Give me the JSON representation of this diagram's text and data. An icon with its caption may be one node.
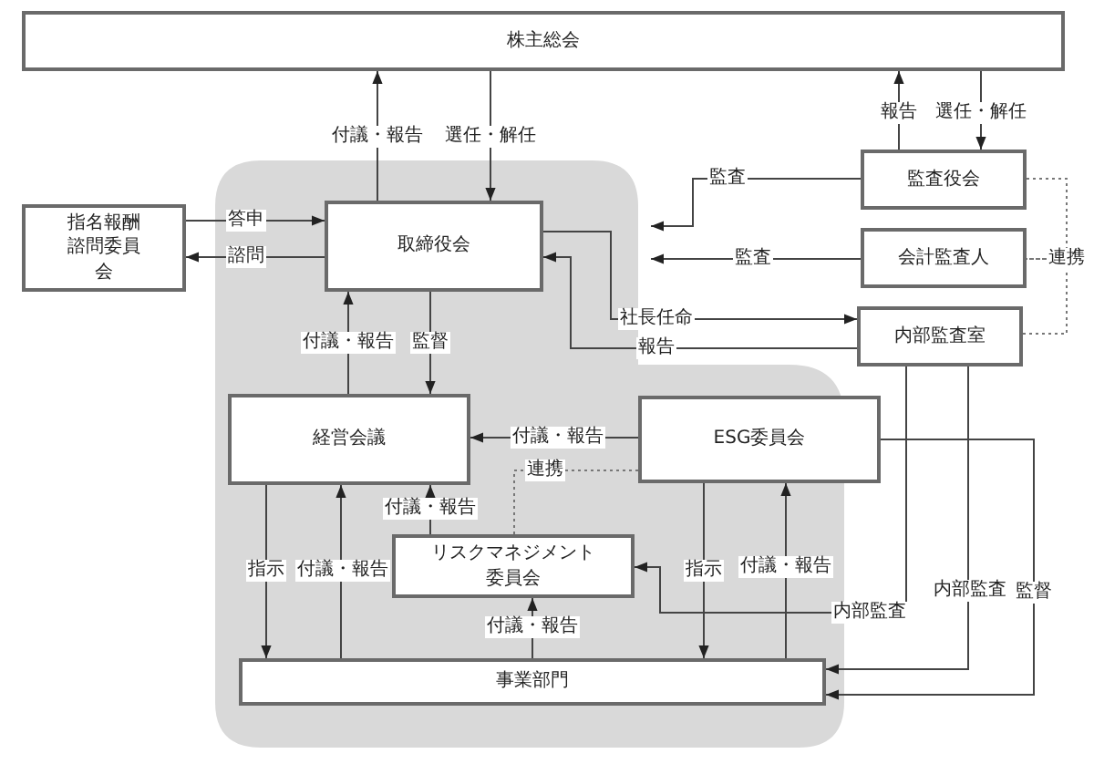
{
  "diagram": {
    "nodes": [
      {
        "text": [
          "株主総会"
        ]
      },
      {
        "text": [
          "取締役会"
        ]
      },
      {
        "text": [
          "指名報酬諮問委員会"
        ]
      },
      {
        "text": [
          "監査役会"
        ]
      },
      {
        "text": [
          "会計監査人"
        ]
      },
      {
        "text": [
          "内部監査室"
        ]
      },
      {
        "text": [
          "経営会議"
        ]
      },
      {
        "text": [
          "ESG委員会"
        ]
      },
      {
        "text": [
          "リスクマネジメント委員会"
        ]
      },
      {
        "text": [
          "事業部門"
        ]
      }
    ],
    "edges": [
      {
        "from": 1,
        "to": 0,
        "arrow": "to",
        "label": "付議・報告"
      },
      {
        "from": 0,
        "to": 1,
        "arrow": "to",
        "label": "選任・解任"
      },
      {
        "from": 3,
        "to": 0,
        "arrow": "to",
        "label": "報告"
      },
      {
        "from": 0,
        "to": 3,
        "arrow": "to",
        "label": "選任・解任"
      },
      {
        "from": 3,
        "to": null,
        "arrow": "to",
        "label": "監査"
      },
      {
        "from": 4,
        "to": null,
        "arrow": "to",
        "label": "監査"
      },
      {
        "from": 2,
        "to": 1,
        "arrow": "to",
        "label": "答申"
      },
      {
        "from": 1,
        "to": 2,
        "arrow": "to",
        "label": "諮問"
      },
      {
        "from": 1,
        "to": 5,
        "arrow": "to",
        "label": "社長任命"
      },
      {
        "from": 5,
        "to": 1,
        "arrow": "to",
        "label": "報告"
      },
      {
        "from": 6,
        "to": 1,
        "arrow": "to",
        "label": "付議・報告"
      },
      {
        "from": 1,
        "to": 6,
        "arrow": "to",
        "label": "監督"
      },
      {
        "from": 7,
        "to": 6,
        "arrow": "to",
        "label": "付議・報告"
      },
      {
        "from": 7,
        "to": 8,
        "arrow": "none",
        "label": "連携",
        "style": "dashed"
      },
      {
        "from": 8,
        "to": 6,
        "arrow": "to",
        "label": "付議・報告"
      },
      {
        "from": 6,
        "to": 9,
        "arrow": "to",
        "label": "指示"
      },
      {
        "from": 9,
        "to": 6,
        "arrow": "to",
        "label": "付議・報告"
      },
      {
        "from": 9,
        "to": 8,
        "arrow": "to",
        "label": "付議・報告"
      },
      {
        "from": 7,
        "to": 9,
        "arrow": "to",
        "label": "指示"
      },
      {
        "from": 9,
        "to": 7,
        "arrow": "to",
        "label": "付議・報告"
      },
      {
        "from": 5,
        "to": 8,
        "arrow": "to",
        "label": "内部監査"
      },
      {
        "from": 5,
        "to": 9,
        "arrow": "to",
        "label": "内部監査"
      },
      {
        "from": 7,
        "to": 9,
        "arrow": "to",
        "label": "監督"
      },
      {
        "from": 3,
        "to": 4,
        "arrow": "none",
        "label": "連携",
        "style": "dashed"
      },
      {
        "from": 5,
        "to": 4,
        "arrow": "none",
        "style": "dashed"
      }
    ]
  }
}
